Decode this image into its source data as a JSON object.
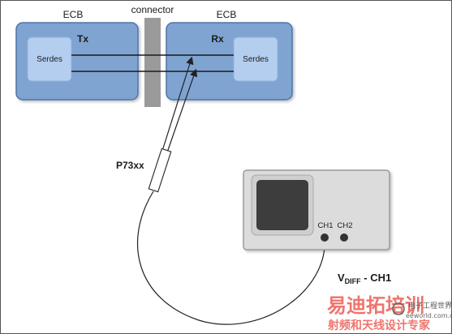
{
  "diagram": {
    "connector_label": "connector",
    "left_board": {
      "label": "ECB",
      "block_label": "Serdes",
      "port_label": "Tx"
    },
    "right_board": {
      "label": "ECB",
      "block_label": "Serdes",
      "port_label": "Rx"
    },
    "probe_label": "P73xx",
    "scope": {
      "ch1_label": "CH1",
      "ch2_label": "CH2"
    },
    "measurement": {
      "main": "V",
      "sub": "DIFF",
      "suffix": " - CH1"
    }
  },
  "watermark": {
    "line1": "易迪拓培训",
    "line2": "射频和天线设计专家",
    "brand": "电子工程世界",
    "url": "eeworld.com.cn"
  },
  "colors": {
    "board_fill": "#7fa4d2",
    "board_stroke": "#4d74a8",
    "block_fill": "#b4cef0",
    "connector": "#9a9a9a",
    "scope_fill": "#dcdcdc",
    "screen_fill": "#3d3d3d",
    "watermark_red": "#e8312a"
  }
}
